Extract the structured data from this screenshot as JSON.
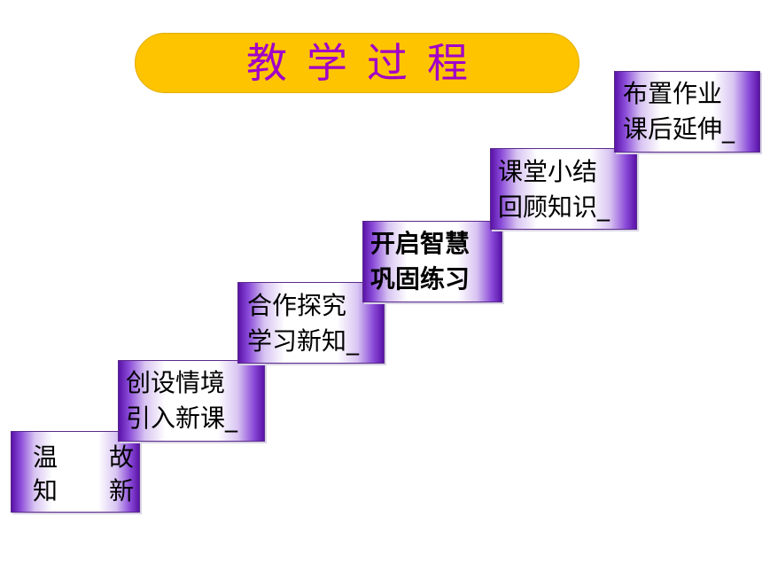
{
  "title": "教学过程",
  "steps": [
    {
      "line1_left": "温",
      "line1_right": "故",
      "line2_left": "知",
      "line2_right": "新"
    },
    {
      "line1": "创设情境",
      "line2": "引入新课_"
    },
    {
      "line1": "合作探究",
      "line2": "学习新知_"
    },
    {
      "line1": "开启智慧",
      "line2": "巩固练习"
    },
    {
      "line1": "课堂小结",
      "line2": "回顾知识_"
    },
    {
      "line1": "布置作业",
      "line2": "课后延伸_"
    }
  ],
  "colors": {
    "title_bg": "#ffc400",
    "title_text": "#a100c8",
    "step_edge": "#5a13a8",
    "step_center": "#ffffff"
  }
}
